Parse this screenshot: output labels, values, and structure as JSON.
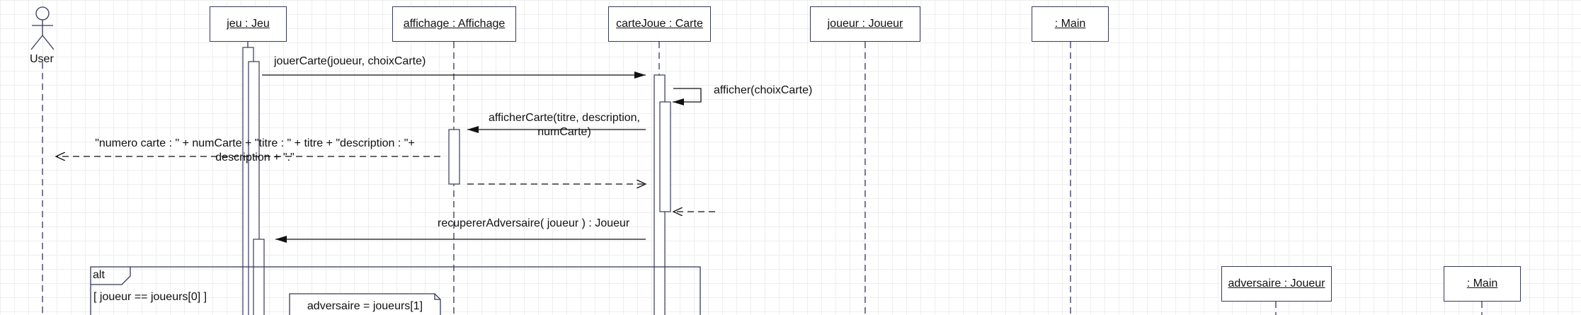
{
  "actor": {
    "label": "User"
  },
  "lifelines": {
    "jeu": "jeu : Jeu",
    "affichage": "affichage : Affichage",
    "carte": "carteJoue : Carte",
    "joueur": "joueur : Joueur",
    "main1": ": Main",
    "adversaire": "adversaire : Joueur",
    "main2": ": Main"
  },
  "messages": {
    "jouer_carte": "jouerCarte(joueur, choixCarte)",
    "afficher": "afficher(choixCarte)",
    "afficher_carte_1": "afficherCarte(titre, description,",
    "afficher_carte_2": "numCarte)",
    "return_text_1": "\"numero carte : \" + numCarte + \"titre : \" + titre + \"description : \"+",
    "return_text_2": "description + \".\"",
    "recuperer": "recupererAdversaire( joueur ) : Joueur"
  },
  "fragment": {
    "operator": "alt",
    "guard": "[ joueur == joueurs[0] ]",
    "note": "adversaire = joueurs[1]"
  },
  "colors": {
    "border": "#36395a",
    "line": "#1a1a1a",
    "grid": "#eeeeee"
  }
}
